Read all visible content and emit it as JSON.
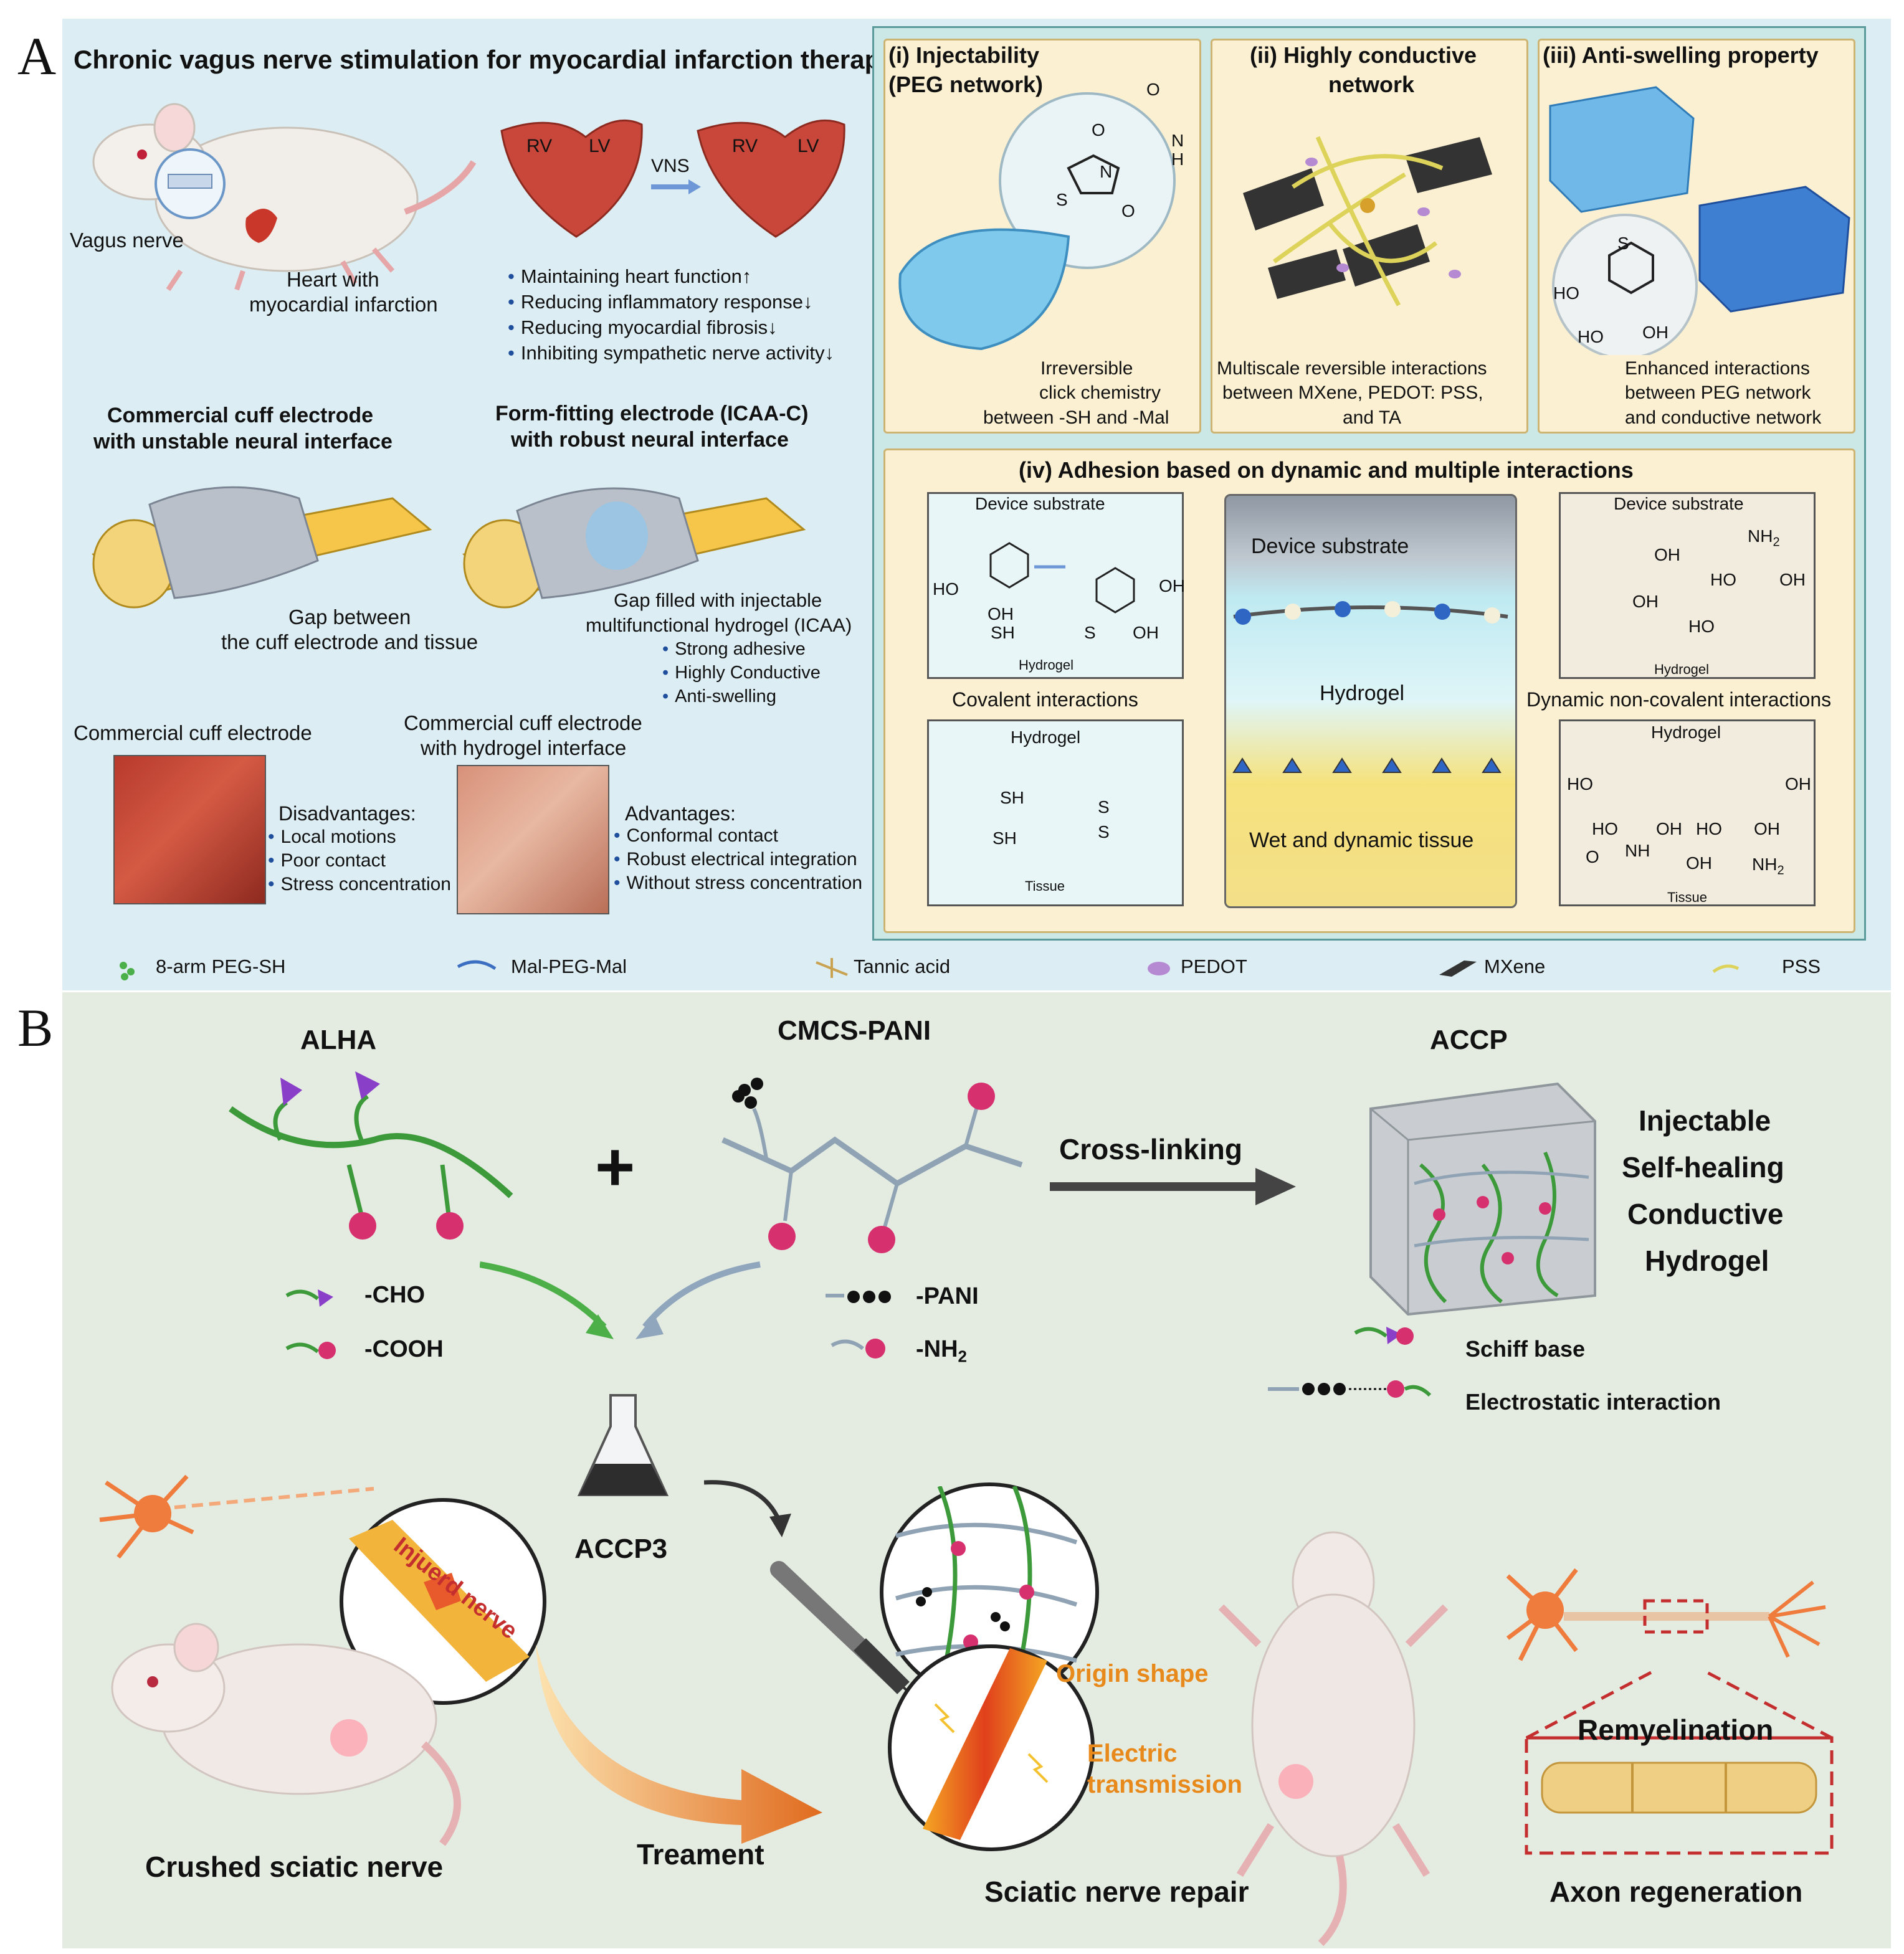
{
  "panelA": {
    "letter": "A",
    "title": "Chronic vagus nerve stimulation for myocardial infarction therapy",
    "vagus": "Vagus nerve",
    "heart": [
      "Heart with",
      "myocardial infarction"
    ],
    "rv": "RV",
    "lv": "LV",
    "vns": "VNS",
    "benefits": [
      "Maintaining heart function↑",
      "Reducing inflammatory response↓",
      "Reducing myocardial fibrosis↓",
      "Inhibiting sympathetic nerve activity↓"
    ],
    "commercial_title": [
      "Commercial cuff electrode",
      "with unstable neural interface"
    ],
    "formfit_title": [
      "Form-fitting electrode (ICAA-C)",
      "with robust neural interface"
    ],
    "gap": [
      "Gap between",
      "the cuff electrode and tissue"
    ],
    "gap_filled": [
      "Gap filled with injectable",
      "multifunctional hydrogel (ICAA)"
    ],
    "gap_features": [
      "Strong adhesive",
      "Highly Conductive",
      "Anti-swelling"
    ],
    "photo1_label": "Commercial cuff electrode",
    "photo2_label": [
      "Commercial cuff electrode",
      "with hydrogel interface"
    ],
    "disadv_title": "Disadvantages:",
    "disadv": [
      "Local motions",
      "Poor contact",
      "Stress concentration"
    ],
    "adv_title": "Advantages:",
    "adv": [
      "Conformal contact",
      "Robust electrical integration",
      "Without stress concentration"
    ],
    "inj_title": [
      "(i) Injectability",
      "(PEG network)"
    ],
    "inj_caption": [
      "Irreversible",
      "click chemistry",
      "between -SH and -Mal"
    ],
    "cond_title": [
      "(ii) Highly conductive",
      "network"
    ],
    "cond_caption": [
      "Multiscale reversible interactions",
      "between MXene, PEDOT: PSS,",
      "and TA"
    ],
    "swell_title": "(iii) Anti-swelling property",
    "swell_caption": [
      "Enhanced interactions",
      "between PEG network",
      "and conductive network"
    ],
    "adh_title": "(iv) Adhesion based on dynamic and multiple interactions",
    "device_substrate": "Device substrate",
    "device_substrate_center": "Device  substrate",
    "hydrogel": "Hydrogel",
    "tissue": "Tissue",
    "wet_tissue": "Wet and dynamic tissue",
    "covalent": "Covalent interactions",
    "noncovalent": "Dynamic non-covalent interactions",
    "chem": {
      "oh": "OH",
      "ho": "HO",
      "sh": "SH",
      "s": "S",
      "o": "O",
      "n": "N",
      "h": "H",
      "nh2": "NH",
      "nh2_sub": "2",
      "nh": "NH"
    },
    "legend": [
      "8-arm PEG-SH",
      "Mal-PEG-Mal",
      "Tannic acid",
      "PEDOT",
      "MXene",
      "PSS"
    ],
    "colors": {
      "bg": "#dcedf3",
      "panel": "#fbf1d2",
      "hydrogel": "#bfeaf2",
      "tissue": "#f6e27d"
    }
  },
  "panelB": {
    "letter": "B",
    "alha": "ALHA",
    "cmcs": "CMCS-PANI",
    "accp": "ACCP",
    "crosslinking": "Cross-linking",
    "props": [
      "Injectable",
      "Self-healing",
      "Conductive",
      "Hydrogel"
    ],
    "cho": "-CHO",
    "cooh": "-COOH",
    "pani": "-PANI",
    "nh2": "-NH",
    "nh2_sub": "2",
    "schiff": "Schiff base",
    "electro": "Electrostatic interaction",
    "accp3": "ACCP3",
    "injured": "Injuerd nerve",
    "crushed": "Crushed sciatic nerve",
    "treatment": "Treament",
    "origin": "Origin shape",
    "electric": [
      "Electric",
      "transmission"
    ],
    "repair": "Sciatic nerve repair",
    "remyelination": "Remyelination",
    "axon": "Axon regeneration",
    "colors": {
      "bg": "#e4ece2",
      "green": "#3d9a3a",
      "magenta": "#d6306f",
      "purple": "#8a3fc8",
      "orange": "#e8891c"
    }
  }
}
